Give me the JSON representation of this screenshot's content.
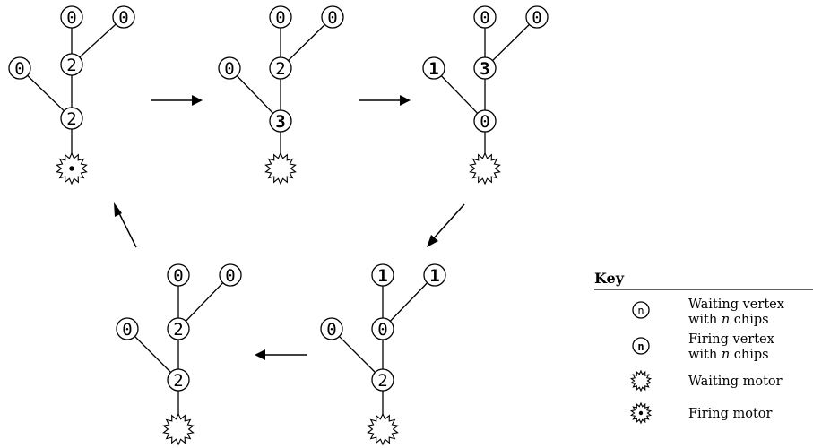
{
  "nodes": {
    "s1": [
      "0",
      "0",
      "0",
      "2",
      "2"
    ],
    "s2": [
      "0",
      "0",
      "0",
      "2",
      "3"
    ],
    "s3": [
      "0",
      "0",
      "1",
      "3",
      "0"
    ],
    "s4": [
      "1",
      "1",
      "0",
      "0",
      "2"
    ],
    "s5": [
      "0",
      "0",
      "0",
      "2",
      "2"
    ]
  },
  "key": {
    "title": "Key",
    "n_glyph": "n",
    "waiting_vertex_line1": "Waiting vertex",
    "waiting_vertex_line2_pre": "with ",
    "waiting_vertex_line2_var": "n",
    "waiting_vertex_line2_post": " chips",
    "firing_vertex_line1": "Firing vertex",
    "firing_vertex_line2_pre": "with ",
    "firing_vertex_line2_var": "n",
    "firing_vertex_line2_post": " chips",
    "waiting_motor": "Waiting motor",
    "firing_motor": "Firing motor"
  }
}
